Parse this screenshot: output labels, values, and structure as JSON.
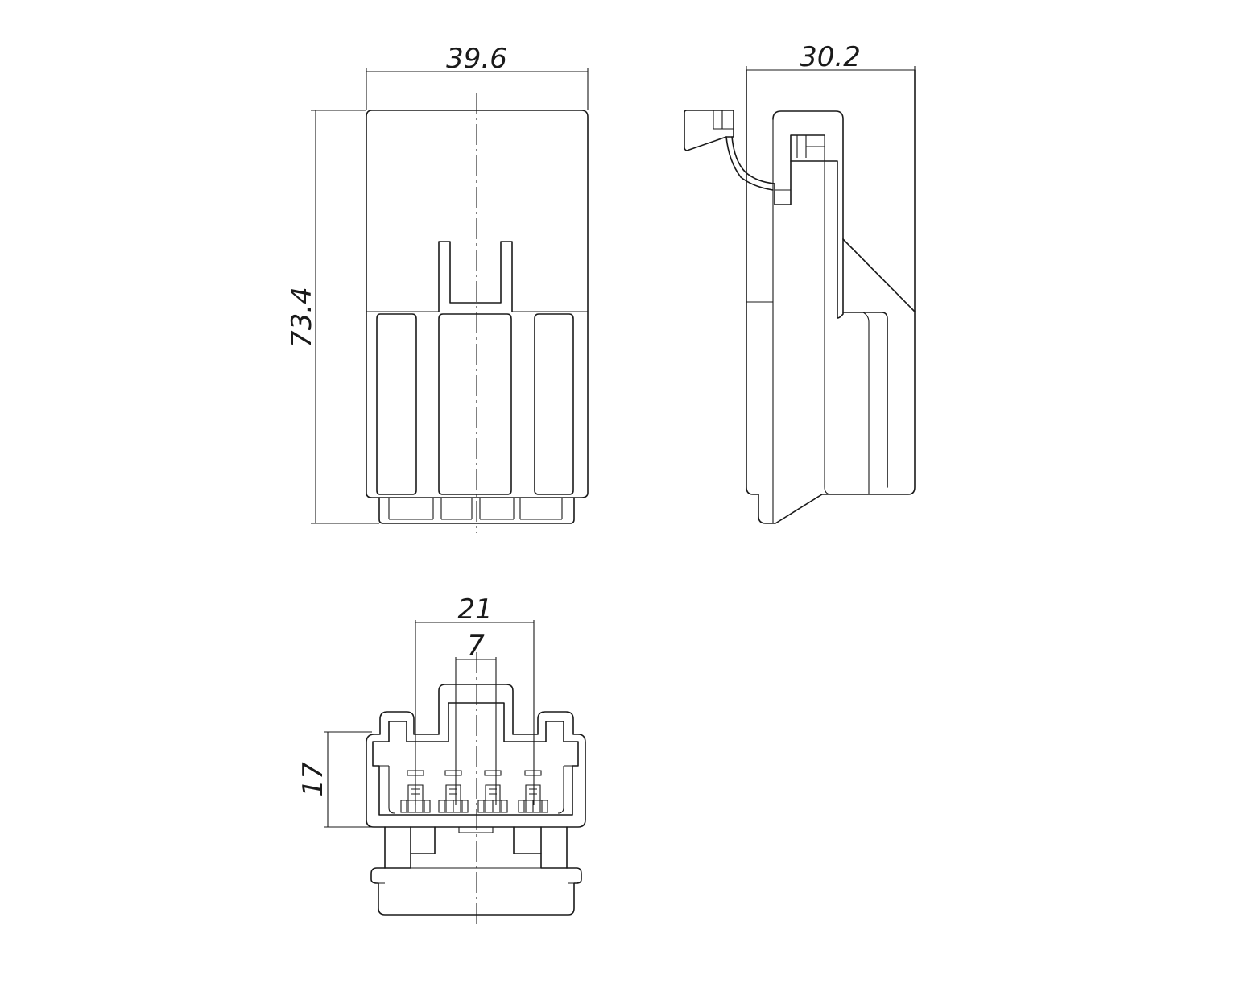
{
  "drawing": {
    "views": [
      "front-view",
      "side-view",
      "bottom-view"
    ],
    "dimensions": {
      "front_width": "39.6",
      "front_height": "73.4",
      "side_depth": "30.2",
      "bottom_outer": "21",
      "bottom_key": "7",
      "bottom_height": "17"
    }
  }
}
